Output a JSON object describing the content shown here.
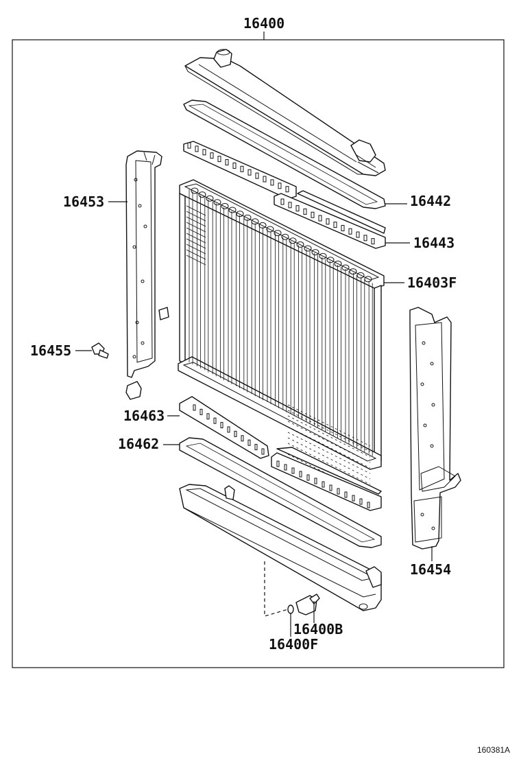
{
  "diagram": {
    "part_numbers": {
      "radiator_assembly": "16400",
      "upper_tank_gasket": "16442",
      "upper_tank_seal": "16443",
      "radiator_core": "16403F",
      "left_side_support": "16453",
      "clip": "16455",
      "right_side_support": "16454",
      "lower_tank_seal": "16463",
      "lower_tank_gasket": "16462",
      "drain_cock_plug": "16400B",
      "drain_cock_o_ring": "16400F"
    },
    "figure_ref": "160381A"
  }
}
